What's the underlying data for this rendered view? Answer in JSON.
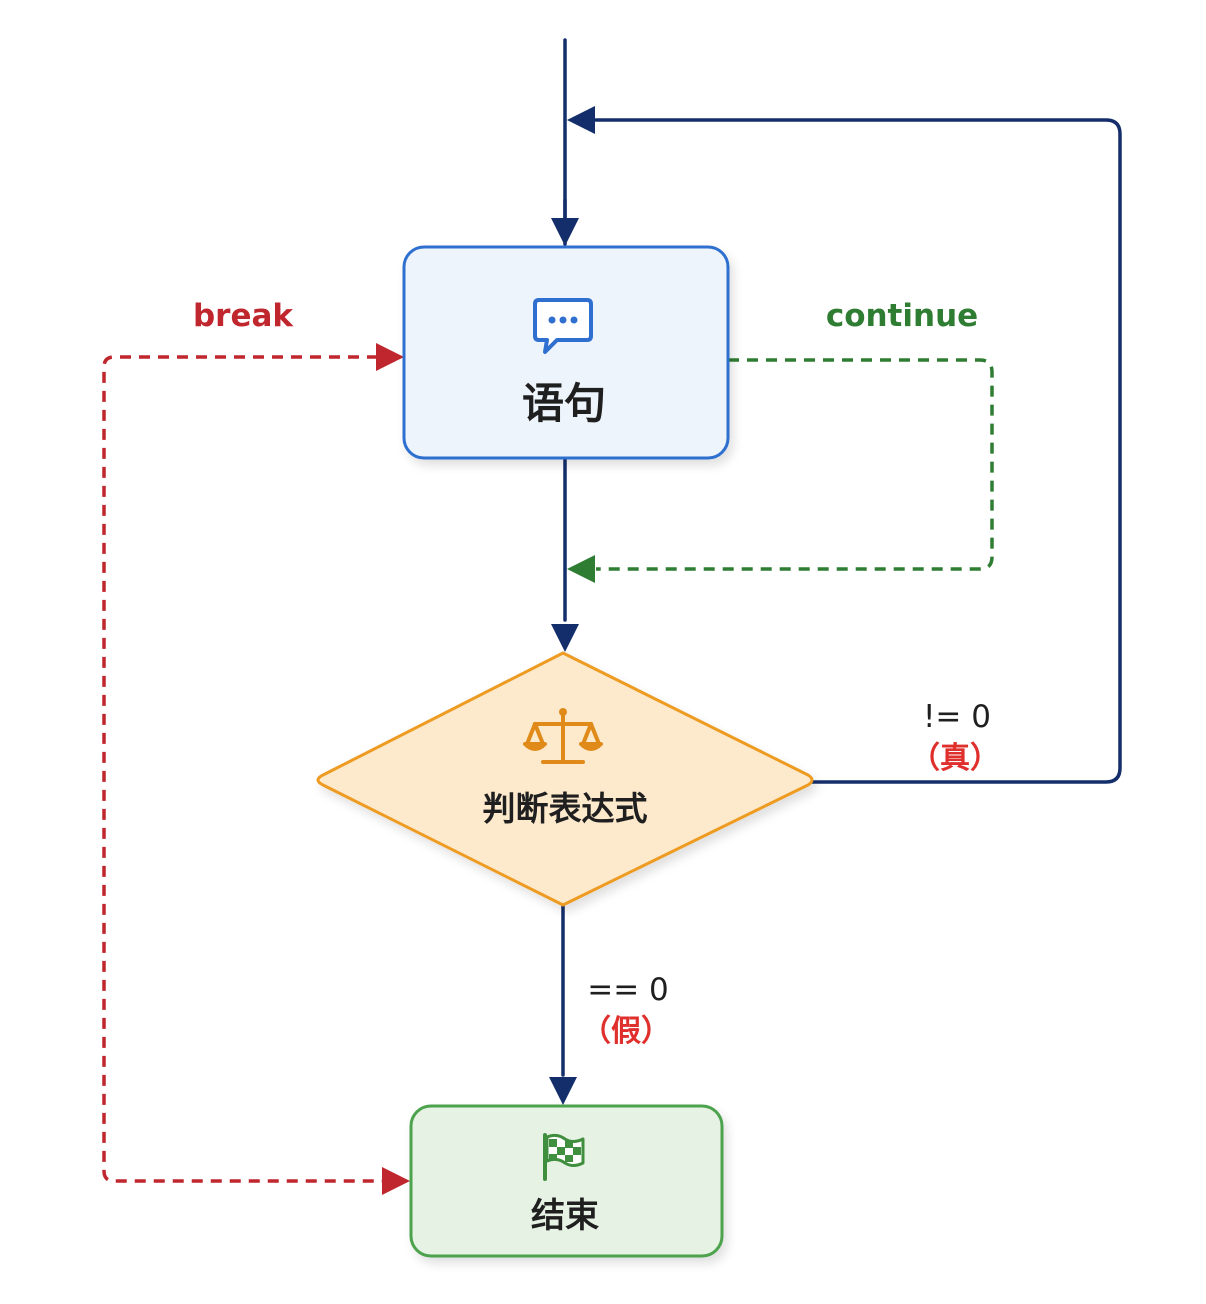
{
  "nodes": {
    "statement": {
      "label": "语句",
      "icon": "chat-bubble-icon",
      "fill": "#eef4fc",
      "stroke": "#2f6fd0"
    },
    "condition": {
      "label": "判断表达式",
      "icon": "balance-scale-icon",
      "fill": "#fde9cc",
      "stroke": "#ee9b22"
    },
    "end": {
      "label": "结束",
      "icon": "checkered-flag-icon",
      "fill": "#e6f2e3",
      "stroke": "#4da24d"
    }
  },
  "edges": {
    "break": {
      "label": "break",
      "color": "#c0262d"
    },
    "continue": {
      "label": "continue",
      "color": "#2e7d32"
    },
    "true_branch": {
      "condition": "!= 0",
      "meaning": "（真）"
    },
    "false_branch": {
      "condition": "== 0",
      "meaning": "（假）"
    }
  },
  "colors": {
    "flow_line": "#142e6b",
    "truth_label": "#e0302e"
  }
}
